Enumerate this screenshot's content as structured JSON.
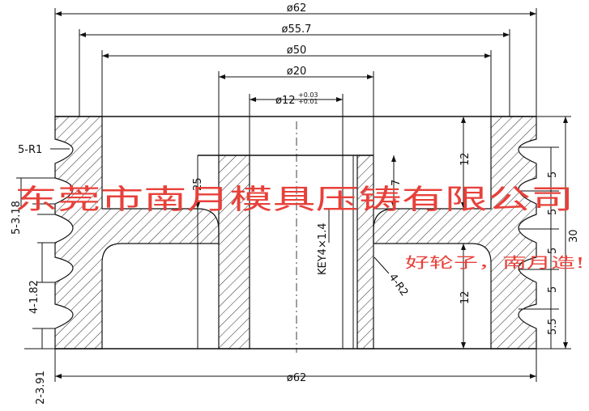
{
  "dimensions": {
    "d62_top": "ø62",
    "d55_7": "ø55.7",
    "d50": "ø50",
    "d20": "ø20",
    "d12": "ø12",
    "d12_tol_upper": "+0.03",
    "d12_tol_lower": "+0.01",
    "d62_bottom": "ø62",
    "r_grooves": "5-R1",
    "h25": "25",
    "h7": "7",
    "h12_top": "12",
    "h12_bottom": "12",
    "key": "KEY4×1.4",
    "r_fillets": "4-R2",
    "pitch_5a": "5",
    "pitch_5b": "5",
    "pitch_5c": "5",
    "pitch_5d": "5",
    "pitch_5_5": "5.5",
    "total_30": "30",
    "left_3_18": "5-3.18",
    "left_1_82": "4-1.82",
    "left_3_91": "2-3.91"
  },
  "watermark": {
    "company": "东莞市南月模具压铸有限公司",
    "slogan": "好轮子，南月造!"
  },
  "colors": {
    "line": "#111111",
    "watermark": "#e8403a"
  }
}
